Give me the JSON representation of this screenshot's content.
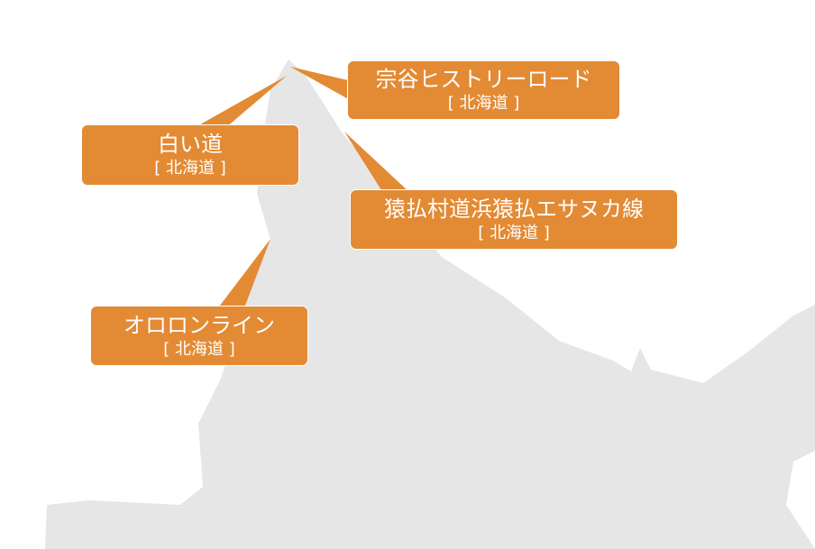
{
  "colors": {
    "land": "#e6e6e6",
    "callout": "#e38a34",
    "text": "#ffffff"
  },
  "callouts": [
    {
      "name": "宗谷ヒストリーロード",
      "region": "[ 北海道 ]"
    },
    {
      "name": "白い道",
      "region": "[ 北海道 ]"
    },
    {
      "name": "猿払村道浜猿払エサヌカ線",
      "region": "[ 北海道 ]"
    },
    {
      "name": "オロロンライン",
      "region": "[ 北海道 ]"
    }
  ]
}
